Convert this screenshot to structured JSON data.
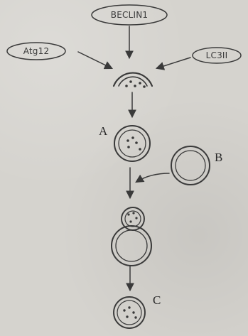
{
  "nodes": {
    "beclin": "BECLIN1",
    "atg": "Atg12",
    "lc3": "LC3II"
  },
  "labels": {
    "a": "A",
    "b": "B",
    "c": "C"
  },
  "colors": {
    "background": "#d5d3ce",
    "ink": "#3a3a3a"
  }
}
